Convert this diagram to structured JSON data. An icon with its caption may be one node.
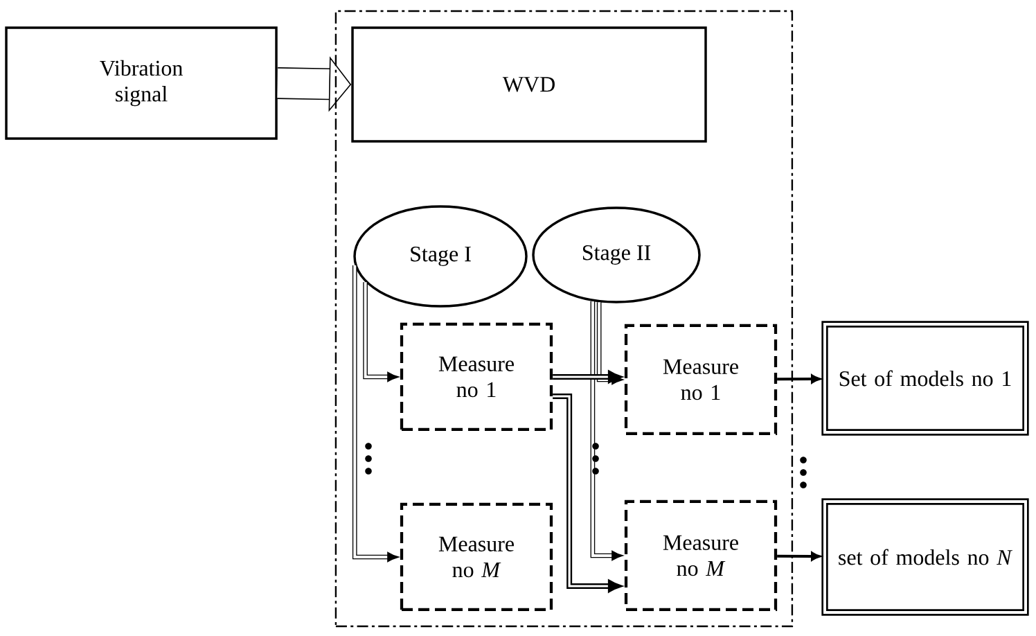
{
  "diagram": {
    "nodes": [
      {
        "text": [
          "Vibration signal"
        ]
      },
      {
        "text": [],
        "shape": "box"
      },
      {
        "text": [
          "WVD"
        ],
        "in": 1
      },
      {
        "text": [
          "Stage I"
        ],
        "in": 1
      },
      {
        "text": [
          "Stage II"
        ],
        "in": 1
      },
      {
        "text": [
          "Measure no 1"
        ],
        "in": 1
      },
      {
        "text": [
          "Measure no *M*"
        ],
        "in": 1
      },
      {
        "text": [
          "Measure no 1"
        ],
        "in": 1
      },
      {
        "text": [
          "Measure no *M*"
        ],
        "in": 1
      },
      {
        "text": [
          "Set of models no 1"
        ]
      },
      {
        "text": [
          "set of models no *N*"
        ]
      }
    ],
    "edges": [
      {
        "from": 0,
        "to": 2,
        "arrow": "to",
        "style": "thick"
      },
      {
        "from": 3,
        "to": 5,
        "arrow": "to"
      },
      {
        "from": 3,
        "to": 6,
        "arrow": "to"
      },
      {
        "from": 4,
        "to": 7,
        "arrow": "to"
      },
      {
        "from": 4,
        "to": 8,
        "arrow": "to"
      },
      {
        "from": 5,
        "to": 7,
        "arrow": "to"
      },
      {
        "from": 5,
        "to": 8,
        "arrow": "to"
      },
      {
        "from": 7,
        "to": 9,
        "arrow": "to"
      },
      {
        "from": 8,
        "to": 10,
        "arrow": "to"
      }
    ]
  }
}
